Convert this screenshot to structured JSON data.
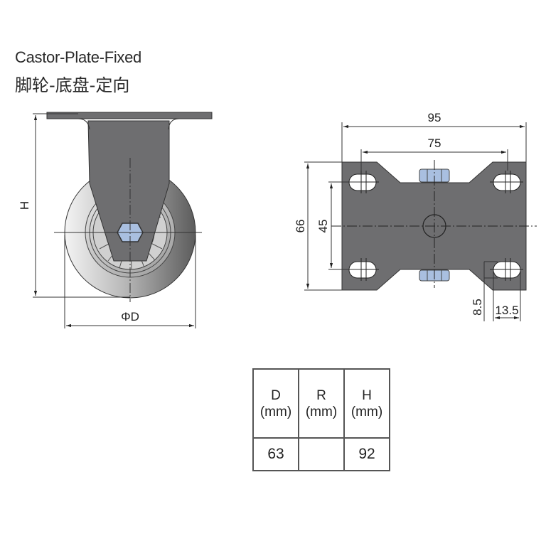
{
  "title": {
    "english": "Castor-Plate-Fixed",
    "chinese": "脚轮-底盘-定向"
  },
  "side_view": {
    "height_label": "H",
    "diameter_label": "ΦD"
  },
  "plate_view": {
    "overall_width": "95",
    "hole_spacing_x": "75",
    "overall_length": "66",
    "hole_spacing_y": "45",
    "slot_offset": "8.5",
    "slot_length": "13.5"
  },
  "spec_table": {
    "headers": [
      {
        "name": "D",
        "unit": "(mm)"
      },
      {
        "name": "R",
        "unit": "(mm)"
      },
      {
        "name": "H",
        "unit": "(mm)"
      }
    ],
    "values": [
      "63",
      "",
      "92"
    ]
  },
  "colors": {
    "plate": "#6e6e70",
    "hub": "#a9bfe0",
    "line": "#222222"
  }
}
